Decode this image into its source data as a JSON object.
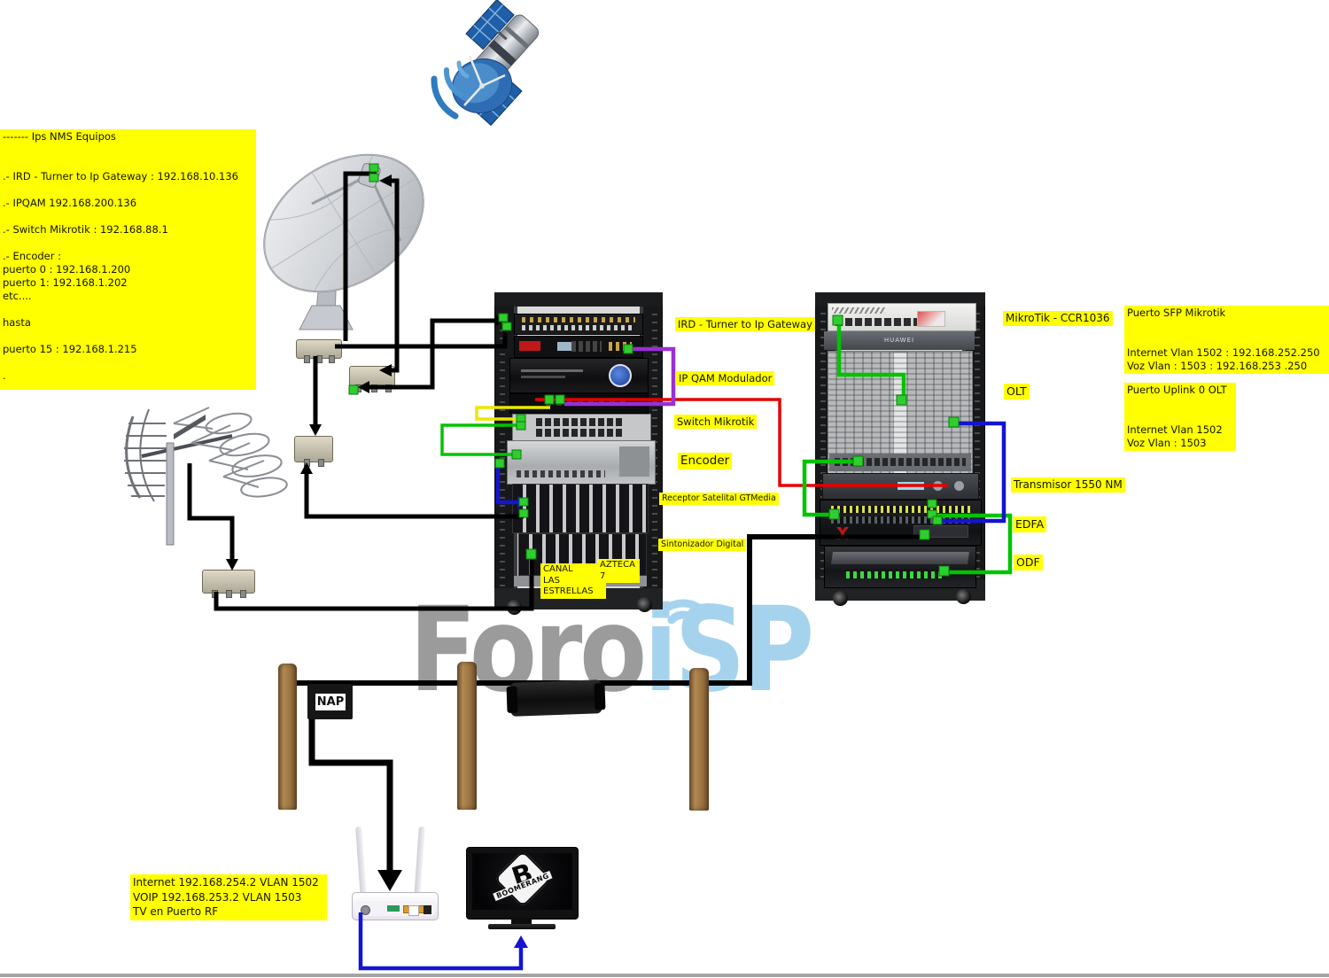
{
  "watermark": {
    "foro": "Foro",
    "i": "i",
    "sp": "SP"
  },
  "notes": {
    "nms": "------- Ips NMS Equipos\n\n\n.- IRD - Turner to Ip Gateway : 192.168.10.136\n\n.- IPQAM 192.168.200.136\n\n.- Switch Mikrotik : 192.168.88.1\n\n.- Encoder :\npuerto 0 : 192.168.1.200\npuerto 1: 192.168.1.202\netc....\n\nhasta\n\npuerto 15 : 192.168.1.215\n\n.",
    "sfp_mikrotik": "Puerto SFP Mikrotik\n\n\nInternet Vlan 1502 : 192.168.252.250\nVoz Vlan : 1503 : 192.168.253 .250",
    "uplink_olt": "Puerto Uplink 0 OLT\n\n\nInternet Vlan 1502\nVoz Vlan : 1503",
    "cliente": "Internet 192.168.254.2 VLAN 1502\nVOIP 192.168.253.2 VLAN 1503\nTV en Puerto RF"
  },
  "labels": {
    "ird": "IRD - Turner to Ip Gateway",
    "ipqam": "IP QAM Modulador",
    "switch_mikrotik": "Switch Mikrotik",
    "encoder": "Encoder",
    "receptor": "Receptor  Satelital GTMedia",
    "sintonizador": "Sintonizador Digital",
    "canal": "CANAL\nLAS ESTRELLAS",
    "azteca": "AZTECA\n7",
    "mikrotik_ccr": "MikroTik - CCR1036",
    "olt": "OLT",
    "transmisor": "Transmisor 1550 NM",
    "edfa": "EDFA",
    "odf": "ODF"
  },
  "equipment": {
    "huawei": "HUAWEI",
    "nap": "NAP",
    "boomerang": "BOOMERANG",
    "boomerang_b": "B"
  },
  "colors": {
    "label_bg": "#ffff00",
    "cable_black": "#000000",
    "cable_red": "#e60000",
    "cable_purple": "#9a2fd6",
    "cable_green": "#00c400",
    "cable_blue": "#1414d2",
    "cable_yellow": "#e8e800",
    "connector_green": "#2fce2f",
    "watermark_gray": "#9b9b9b",
    "watermark_blue": "#a5d3ee"
  }
}
